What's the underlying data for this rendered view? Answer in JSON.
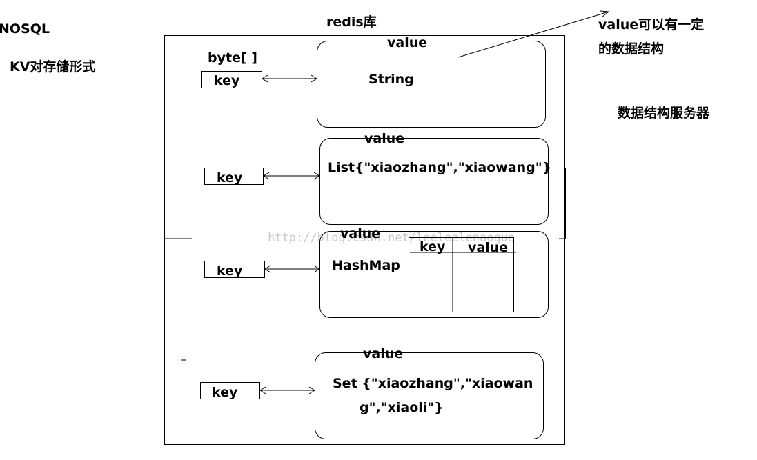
{
  "header": {
    "nosql": "NOSQL",
    "kv_form": "KV对存储形式",
    "db_title": "redis库",
    "byte_label": "byte[ ]",
    "value_note_line1": "value可以有一定",
    "value_note_line2": "的数据结构",
    "server_label": "数据结构服务器"
  },
  "watermark": "http://blog.csdn.net/leeleelenaoguo",
  "entries": [
    {
      "key": "key",
      "value_label": "value",
      "content": "String"
    },
    {
      "key": "key",
      "value_label": "value",
      "content": "List{\"xiaozhang\",\"xiaowang\"}"
    },
    {
      "key": "key",
      "value_label": "value",
      "content": "HashMap",
      "table": {
        "col1": "key",
        "col2": "value"
      }
    },
    {
      "key": "key",
      "value_label": "value",
      "content_line1": "Set {\"xiaozhang\",\"xiaowan",
      "content_line2": "g\",\"xiaoli\"}"
    }
  ]
}
